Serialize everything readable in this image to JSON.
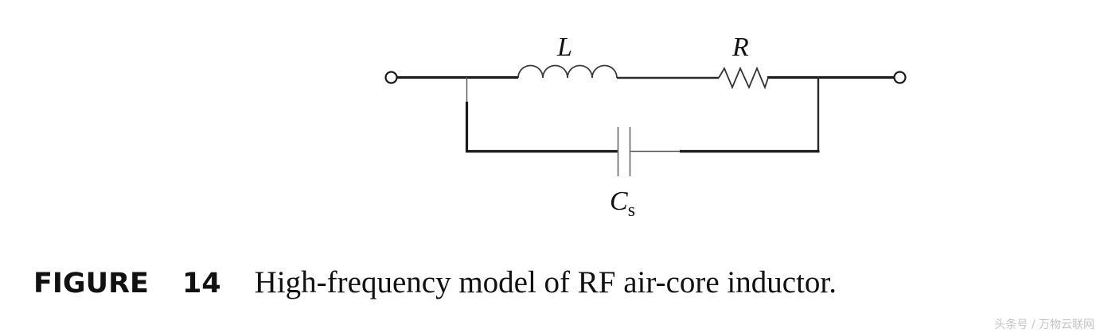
{
  "diagram": {
    "title": "High-frequency model of RF air-core inductor",
    "components": [
      {
        "id": "L",
        "type": "inductor",
        "label": "L",
        "subscript": "",
        "position": "top branch, series, left"
      },
      {
        "id": "R",
        "type": "resistor",
        "label": "R",
        "subscript": "",
        "position": "top branch, series, right"
      },
      {
        "id": "Cs",
        "type": "capacitor",
        "label": "C",
        "subscript": "s",
        "position": "bottom branch, parallel to L+R"
      }
    ],
    "terminals": [
      {
        "id": "t1",
        "side": "left",
        "icon": "open-circle-terminal"
      },
      {
        "id": "t2",
        "side": "right",
        "icon": "open-circle-terminal"
      }
    ],
    "connections": [
      [
        "t1",
        "node-left"
      ],
      [
        "node-left",
        "L"
      ],
      [
        "L",
        "R"
      ],
      [
        "R",
        "node-right"
      ],
      [
        "node-right",
        "t2"
      ],
      [
        "node-left",
        "Cs"
      ],
      [
        "Cs",
        "node-right"
      ]
    ],
    "labels": {
      "L": "L",
      "R": "R",
      "Cs_main": "C",
      "Cs_sub": "s"
    }
  },
  "caption": {
    "figure_word": "FIGURE",
    "figure_number": "14",
    "text": "High-frequency model of RF air-core inductor."
  },
  "watermark": "头条号 / 万物云联网"
}
